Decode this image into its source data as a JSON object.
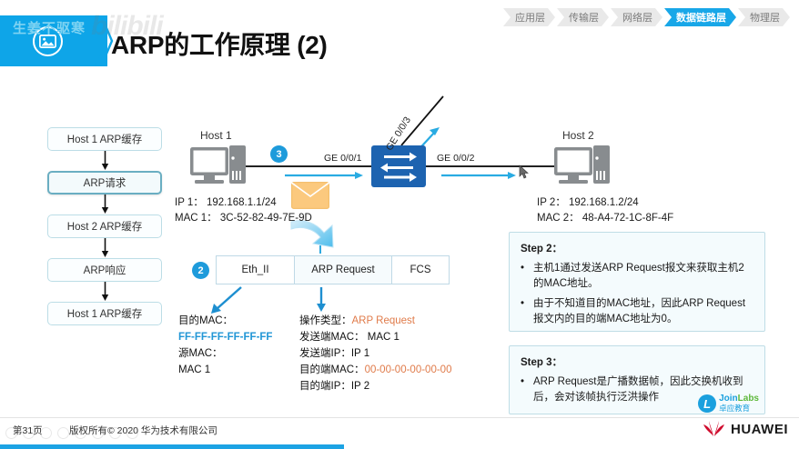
{
  "header": {
    "title": "ARP的工作原理 (2)",
    "watermark_text": "生姜不驱寒",
    "watermark_bili": "bilibili",
    "banner_icon": "image-icon"
  },
  "nav": {
    "items": [
      {
        "label": "应用层",
        "active": false
      },
      {
        "label": "传输层",
        "active": false
      },
      {
        "label": "网络层",
        "active": false
      },
      {
        "label": "数据链路层",
        "active": true
      },
      {
        "label": "物理层",
        "active": false
      }
    ],
    "active_color": "#18A7E8"
  },
  "flow": {
    "items": [
      {
        "label": "Host 1 ARP缓存",
        "highlight": false
      },
      {
        "label": "ARP请求",
        "highlight": true
      },
      {
        "label": "Host 2 ARP缓存",
        "highlight": false
      },
      {
        "label": "ARP响应",
        "highlight": false
      },
      {
        "label": "Host 1 ARP缓存",
        "highlight": false
      }
    ]
  },
  "topology": {
    "host1": {
      "name": "Host 1",
      "ip": "IP 1： 192.168.1.1/24",
      "mac": "MAC 1： 3C-52-82-49-7E-9D"
    },
    "host2": {
      "name": "Host 2",
      "ip": "IP 2： 192.168.1.2/24",
      "mac": "MAC 2： 48-A4-72-1C-8F-4F"
    },
    "ports": {
      "p1": "GE 0/0/1",
      "p2": "GE 0/0/2",
      "p3": "GE 0/0/3"
    },
    "badge_3": "3",
    "badge_2": "2",
    "switch_color": "#1D63B0",
    "arrow_color": "#29ABE2"
  },
  "frame": {
    "cells": [
      "Eth_II",
      "ARP Request",
      "FCS"
    ]
  },
  "detail_left": {
    "l1": "目的MAC：",
    "l2": "FF-FF-FF-FF-FF-FF",
    "l3": "源MAC：",
    "l4": "MAC 1"
  },
  "detail_right": {
    "r1_label": "操作类型：",
    "r1_value": "ARP Request",
    "r2": "发送端MAC：  MAC 1",
    "r3": "发送端IP：IP 1",
    "r4_label": "目的端MAC：",
    "r4_value": "00-00-00-00-00-00",
    "r5": "目的端IP：IP 2"
  },
  "steps": [
    {
      "title": "Step 2：",
      "bullets": [
        "主机1通过发送ARP Request报文来获取主机2的MAC地址。",
        "由于不知道目的MAC地址，因此ARP Request报文内的目的端MAC地址为0。"
      ]
    },
    {
      "title": "Step 3：",
      "bullets": [
        "ARP Request是广播数据帧，因此交换机收到后，会对该帧执行泛洪操作"
      ]
    }
  ],
  "joinlabs": {
    "mark": "L",
    "name_a": "Join",
    "name_b": "Labs",
    "sub": "卓应教育"
  },
  "footer": {
    "page": "第31页",
    "copyright": "版权所有© 2020 华为技术有限公司",
    "brand": "HUAWEI",
    "brand_color": "#CF0A2C",
    "progress_percent": 43
  }
}
